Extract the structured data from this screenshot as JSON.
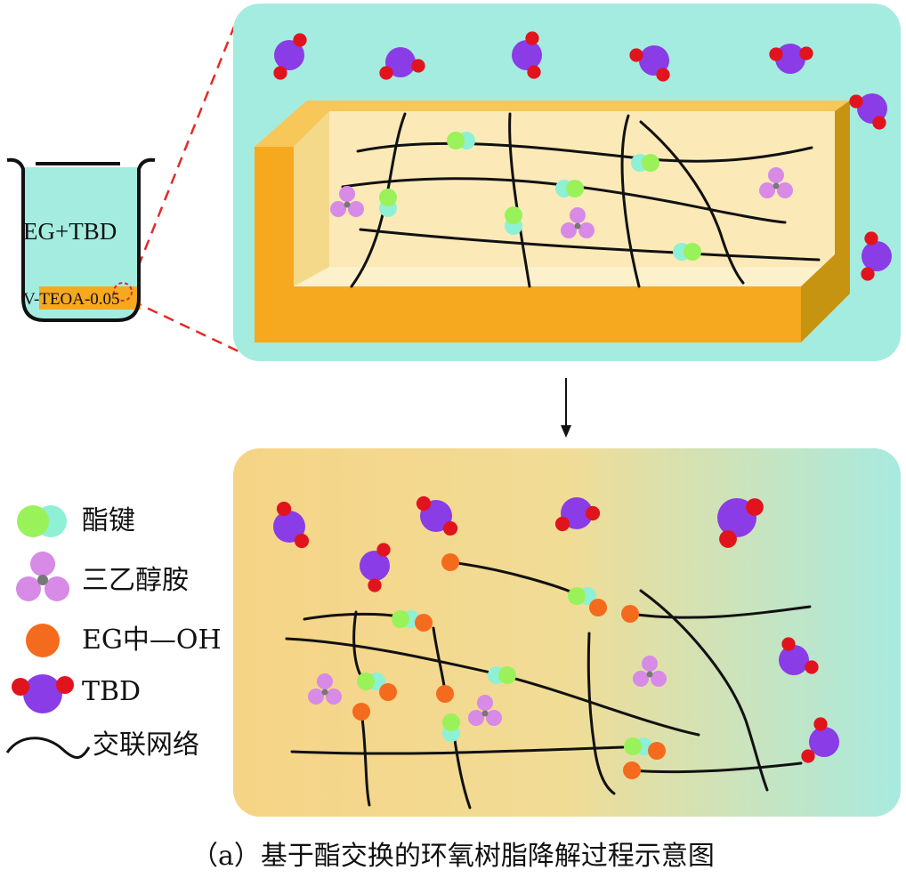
{
  "caption": "（a）基于酯交换的环氧树脂降解过程示意图",
  "beaker": {
    "solution_label": "EG+TBD",
    "sample_label": "V-TEOA-0.05"
  },
  "legend": [
    {
      "icon": "ester-bond-icon",
      "label": "酯键"
    },
    {
      "icon": "triethanolamine-icon",
      "label": "三乙醇胺"
    },
    {
      "icon": "eg-hydroxyl-icon",
      "label": "EG中—OH"
    },
    {
      "icon": "tbd-molecule-icon",
      "label": "TBD"
    },
    {
      "icon": "crosslink-network-icon",
      "label": "交联网络"
    }
  ],
  "colors": {
    "solution": "#a5ece0",
    "resin_front": "#f6a81f",
    "resin_top": "#f7c75a",
    "resin_inner": "#fbeab8",
    "resin_side": "#c79411",
    "ester_green": "#9af25a",
    "ester_cyan": "#8ef0d5",
    "teoa_violet": "#d78ae6",
    "eg_orange": "#f56b1e",
    "tbd_purple": "#8a3ce6",
    "tbd_red": "#e1141e",
    "network": "#111111",
    "zoom_dash": "#e42a2a"
  }
}
